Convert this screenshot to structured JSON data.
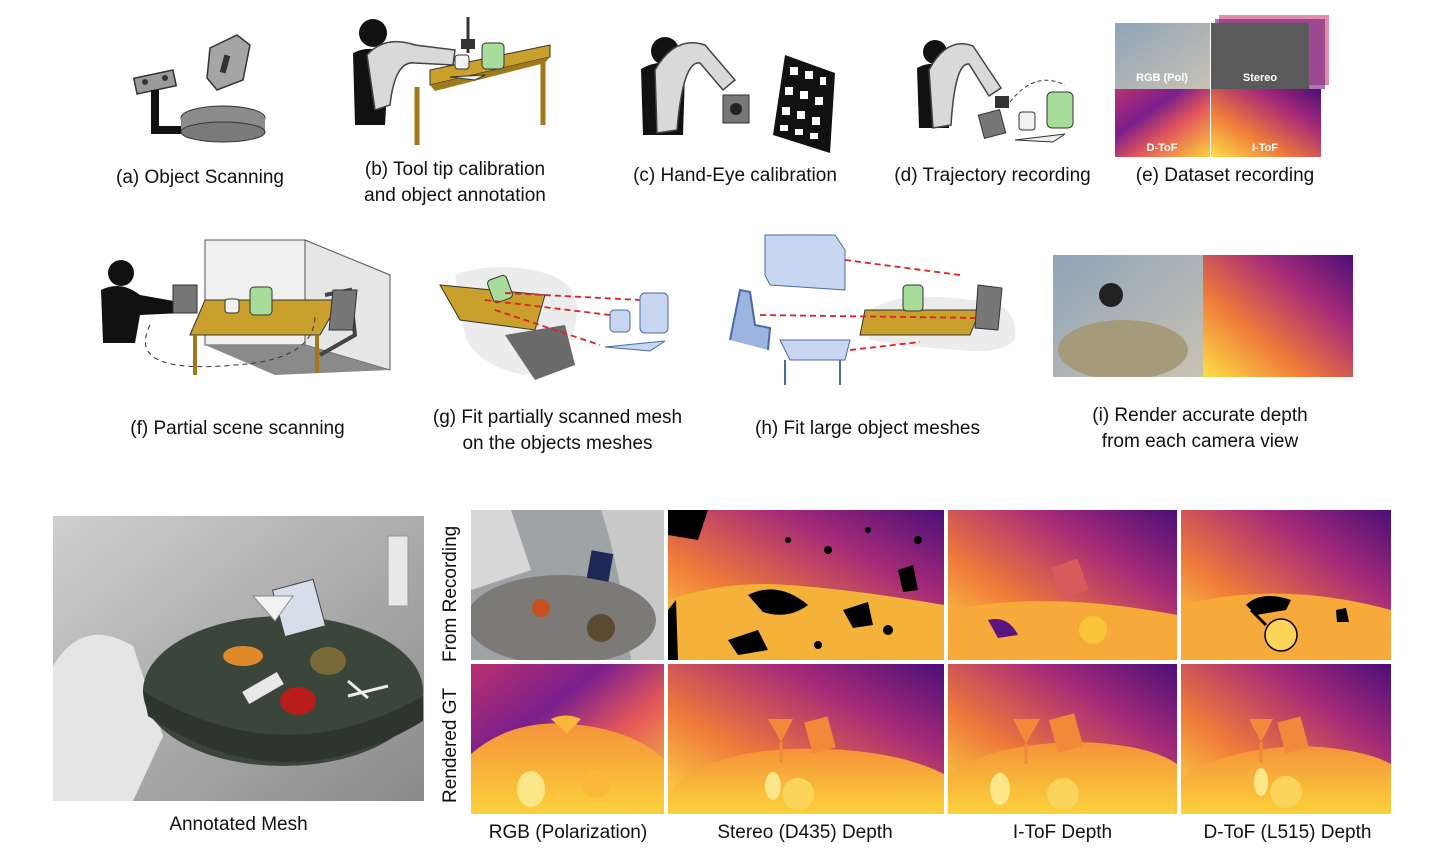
{
  "steps": [
    {
      "id": "a",
      "line1": "(a) Object Scanning",
      "line2": ""
    },
    {
      "id": "b",
      "line1": "(b) Tool tip calibration",
      "line2": "and object annotation"
    },
    {
      "id": "c",
      "line1": "(c) Hand-Eye calibration",
      "line2": ""
    },
    {
      "id": "d",
      "line1": "(d) Trajectory recording",
      "line2": ""
    },
    {
      "id": "e",
      "line1": "(e) Dataset recording",
      "line2": ""
    },
    {
      "id": "f",
      "line1": "(f) Partial scene scanning",
      "line2": ""
    },
    {
      "id": "g",
      "line1": "(g) Fit partially scanned mesh",
      "line2": "on the objects meshes"
    },
    {
      "id": "h",
      "line1": "(h) Fit large object meshes",
      "line2": ""
    },
    {
      "id": "i",
      "line1": "(i) Render accurate depth",
      "line2": "from each camera view"
    }
  ],
  "dataset_tiles": {
    "rgb": "RGB (Pol)",
    "stereo": "Stereo",
    "dtof": "D-ToF",
    "itof": "I-ToF"
  },
  "bottom": {
    "mesh_caption": "Annotated Mesh",
    "row_labels": [
      "From Recording",
      "Rendered GT"
    ],
    "column_labels": [
      "RGB (Polarization)",
      "Stereo (D435) Depth",
      "I-ToF Depth",
      "D-ToF (L515) Depth"
    ]
  },
  "colors": {
    "depth_dark": "#5a1580",
    "depth_mid": "#e05a5a",
    "depth_light": "#fbd33a",
    "table_wood": "#c9a02c",
    "robot_grey": "#d9d9d9",
    "arrow_red": "#e02020",
    "mesh_blue": "#9db3e0"
  }
}
